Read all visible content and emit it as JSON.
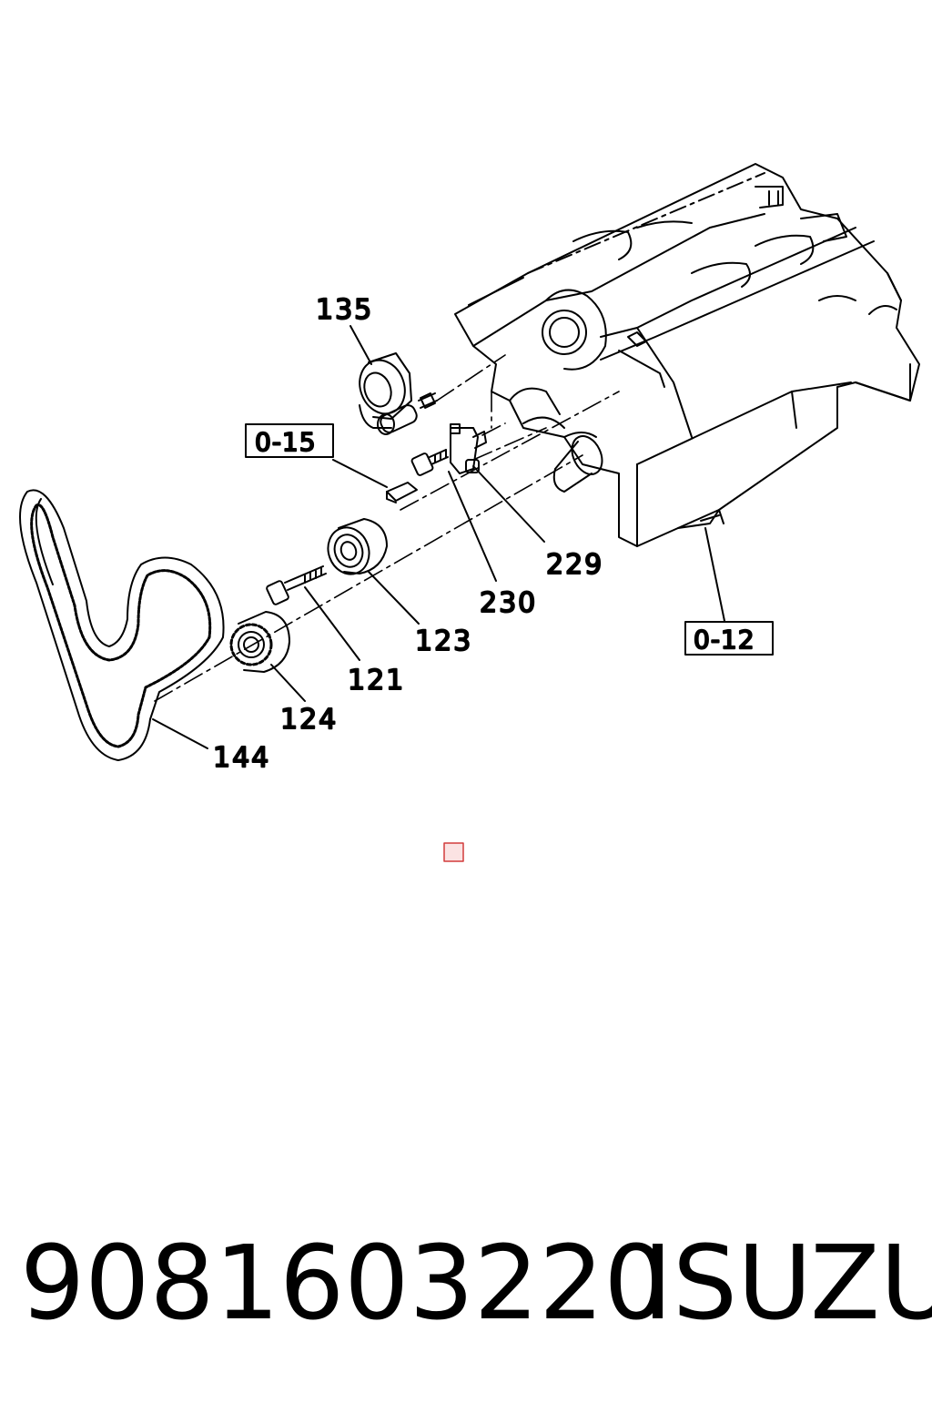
{
  "diagram": {
    "callouts": [
      "135",
      "229",
      "230",
      "123",
      "121",
      "124",
      "144"
    ],
    "refs": [
      "0-15",
      "0-12"
    ],
    "marker_color": "#d23c3c"
  },
  "footer": {
    "part_number": "9081603220",
    "brand": "ISUZU"
  }
}
